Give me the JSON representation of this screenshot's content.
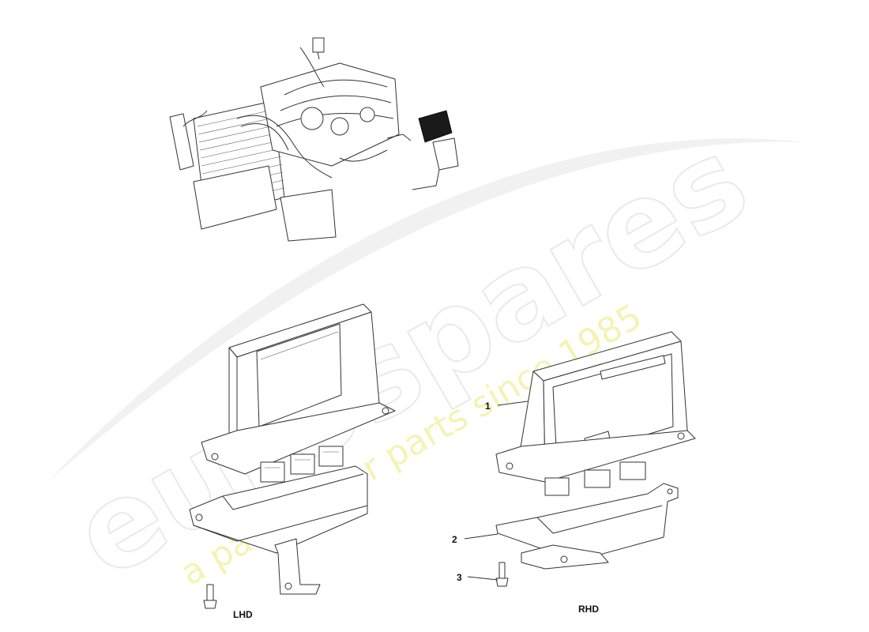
{
  "watermark": {
    "brand": "eurospares",
    "tagline": "a passion for parts since 1985"
  },
  "sections": {
    "lhd": "LHD",
    "rhd": "RHD"
  },
  "callouts": [
    {
      "number": "1"
    },
    {
      "number": "2"
    },
    {
      "number": "3"
    }
  ]
}
